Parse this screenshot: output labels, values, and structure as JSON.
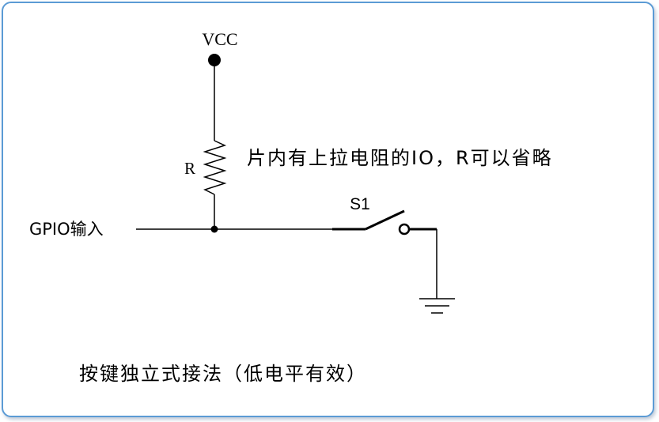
{
  "labels": {
    "vcc": "VCC",
    "resistor": "R",
    "switch": "S1",
    "gpio_input": "GPIO输入",
    "note": "片内有上拉电阻的IO，R可以省略",
    "caption": "按键独立式接法（低电平有效）"
  },
  "colors": {
    "frame_border": "#5b9bd5",
    "line": "#000000"
  }
}
